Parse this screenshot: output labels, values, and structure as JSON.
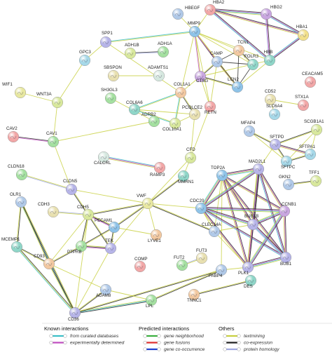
{
  "network": {
    "nodes": [
      {
        "id": "HBEGF",
        "label": "HBEGF",
        "color": "#b0c9e8"
      },
      {
        "id": "HBA2",
        "label": "HBA2",
        "color": "#f2a7a7"
      },
      {
        "id": "HBG2",
        "label": "HBG2",
        "color": "#c9a6e0"
      },
      {
        "id": "HBA1",
        "label": "HBA1",
        "color": "#f2e08a"
      },
      {
        "id": "HBB",
        "label": "HBB",
        "color": "#8fd6c8"
      },
      {
        "id": "MMP9",
        "label": "MMP9",
        "color": "#8ec3e8"
      },
      {
        "id": "SPP1",
        "label": "SPP1",
        "color": "#b6b4e8"
      },
      {
        "id": "GPC3",
        "label": "GPC3",
        "color": "#a6d8e8"
      },
      {
        "id": "ADH1B",
        "label": "ADH1B",
        "color": "#d8e89c"
      },
      {
        "id": "ADH1A",
        "label": "ADH1A",
        "color": "#a4e0a0"
      },
      {
        "id": "TCN1",
        "label": "TCN1",
        "color": "#f2c8a0"
      },
      {
        "id": "CAMP",
        "label": "CAMP",
        "color": "#b0c9e8"
      },
      {
        "id": "FOLR3",
        "label": "FOLR3",
        "color": "#8fd6c8"
      },
      {
        "id": "CEACAM5",
        "label": "CEACAM5",
        "color": "#f2a7a7"
      },
      {
        "id": "SBSPON",
        "label": "SBSPON",
        "color": "#e8e0b0"
      },
      {
        "id": "ADAMTS1",
        "label": "ADAMTS1",
        "color": "#d6e8e0"
      },
      {
        "id": "WIF1",
        "label": "WIF1",
        "color": "#e8e8a0"
      },
      {
        "id": "WNT3A",
        "label": "WNT3A",
        "color": "#d8e89c"
      },
      {
        "id": "SH3GL3",
        "label": "SH3GL3",
        "color": "#a4e0a0"
      },
      {
        "id": "CTSG",
        "label": "CTSG",
        "color": "#c9a6e0"
      },
      {
        "id": "LCN2",
        "label": "LCN2",
        "color": "#8ec3e8"
      },
      {
        "id": "CD52",
        "label": "CD52",
        "color": "#e8e0b0"
      },
      {
        "id": "STX1A",
        "label": "STX1A",
        "color": "#f2a7a7"
      },
      {
        "id": "COL1A1",
        "label": "COL1A1",
        "color": "#f2c8a0"
      },
      {
        "id": "SLC6A4",
        "label": "SLC6A4",
        "color": "#a6d8e8"
      },
      {
        "id": "RETN",
        "label": "RETN",
        "color": "#f2a7a7"
      },
      {
        "id": "ADRB2",
        "label": "ADRB2",
        "color": "#a4e0a0"
      },
      {
        "id": "COL6A6",
        "label": "COL6A6",
        "color": "#8fd6c8"
      },
      {
        "id": "PCOLCE2",
        "label": "PCOLCE2",
        "color": "#e8e0b0"
      },
      {
        "id": "COL10A1",
        "label": "COL10A1",
        "color": "#d8e89c"
      },
      {
        "id": "MFAP4",
        "label": "MFAP4",
        "color": "#b0c9e8"
      },
      {
        "id": "SCGB1A1",
        "label": "SCGB1A1",
        "color": "#d8e89c"
      },
      {
        "id": "CAV2",
        "label": "CAV2",
        "color": "#f2a7a7"
      },
      {
        "id": "CAV1",
        "label": "CAV1",
        "color": "#a4e0a0"
      },
      {
        "id": "SFTPD",
        "label": "SFTPD",
        "color": "#b6b4e8"
      },
      {
        "id": "SFTPA1",
        "label": "SFTPA1",
        "color": "#a6d8e8"
      },
      {
        "id": "CALCRL",
        "label": "CALCRL",
        "color": "#d6e8e0"
      },
      {
        "id": "RAMP3",
        "label": "RAMP3",
        "color": "#f2a7a7"
      },
      {
        "id": "CFD",
        "label": "CFD",
        "color": "#d8e89c"
      },
      {
        "id": "SFTPC",
        "label": "SFTPC",
        "color": "#a6d8e8"
      },
      {
        "id": "MAD2L1",
        "label": "MAD2L1",
        "color": "#b6b4e8"
      },
      {
        "id": "TOP2A",
        "label": "TOP2A",
        "color": "#8ec3e8"
      },
      {
        "id": "CLDN18",
        "label": "CLDN18",
        "color": "#a4e0a0"
      },
      {
        "id": "MMRN1",
        "label": "MMRN1",
        "color": "#8fd6c8"
      },
      {
        "id": "TFF1",
        "label": "TFF1",
        "color": "#d8e89c"
      },
      {
        "id": "GKN2",
        "label": "GKN2",
        "color": "#b0c9e8"
      },
      {
        "id": "CLDN5",
        "label": "CLDN5",
        "color": "#b6b4e8"
      },
      {
        "id": "OLR1",
        "label": "OLR1",
        "color": "#b0c9e8"
      },
      {
        "id": "CDH3",
        "label": "CDH3",
        "color": "#e8e0b0"
      },
      {
        "id": "CDH5",
        "label": "CDH5",
        "color": "#d8e89c"
      },
      {
        "id": "VWF",
        "label": "VWF",
        "color": "#e8e8a0"
      },
      {
        "id": "CDC20",
        "label": "CDC20",
        "color": "#8ec3e8"
      },
      {
        "id": "CCNB1",
        "label": "CCNB1",
        "color": "#c9a6e0"
      },
      {
        "id": "BUB1B",
        "label": "BUB1B",
        "color": "#b6b4e8"
      },
      {
        "id": "PECAM1",
        "label": "PECAM1",
        "color": "#8ec3e8"
      },
      {
        "id": "LYVE1",
        "label": "LYVE1",
        "color": "#f2c8a0"
      },
      {
        "id": "CLEC14A",
        "label": "CLEC14A",
        "color": "#b0c9e8"
      },
      {
        "id": "MCEMP1",
        "label": "MCEMP1",
        "color": "#8fd6c8"
      },
      {
        "id": "CD93",
        "label": "CD93",
        "color": "#f2c8a0"
      },
      {
        "id": "PTPRB",
        "label": "PTPRB",
        "color": "#a4e0a0"
      },
      {
        "id": "TEK",
        "label": "TEK",
        "color": "#b6b4e8"
      },
      {
        "id": "FUT3",
        "label": "FUT3",
        "color": "#e8e0b0"
      },
      {
        "id": "COMP",
        "label": "COMP",
        "color": "#f2a7a7"
      },
      {
        "id": "FUT2",
        "label": "FUT2",
        "color": "#a4e0a0"
      },
      {
        "id": "FABP4",
        "label": "FABP4",
        "color": "#b0c9e8"
      },
      {
        "id": "PLK1",
        "label": "PLK1",
        "color": "#b6b4e8"
      },
      {
        "id": "BUB1",
        "label": "BUB1",
        "color": "#b6b4e8"
      },
      {
        "id": "ADAM8",
        "label": "ADAM8",
        "color": "#b0c9e8"
      },
      {
        "id": "DES",
        "label": "DES",
        "color": "#8fd6c8"
      },
      {
        "id": "TNNC1",
        "label": "TNNC1",
        "color": "#f2c8a0"
      },
      {
        "id": "LPL",
        "label": "LPL",
        "color": "#a4e0a0"
      },
      {
        "id": "CD36",
        "label": "CD36",
        "color": "#b6b4e8"
      }
    ]
  },
  "legend": {
    "known_title": "Known interactions",
    "known_items": [
      {
        "label": "from curated databases",
        "color": "#3cc0c8"
      },
      {
        "label": "experimentally determined",
        "color": "#c04ec0"
      }
    ],
    "predicted_title": "Predicted interactions",
    "predicted_items": [
      {
        "label": "gene neighborhood",
        "color": "#3cb040"
      },
      {
        "label": "gene fusions",
        "color": "#e03030"
      },
      {
        "label": "gene co-occurrence",
        "color": "#2040d0"
      }
    ],
    "others_title": "Others",
    "others_items": [
      {
        "label": "textmining",
        "color": "#c8d040"
      },
      {
        "label": "co-expression",
        "color": "#202020"
      },
      {
        "label": "protein homology",
        "color": "#a0a8e0"
      }
    ]
  }
}
